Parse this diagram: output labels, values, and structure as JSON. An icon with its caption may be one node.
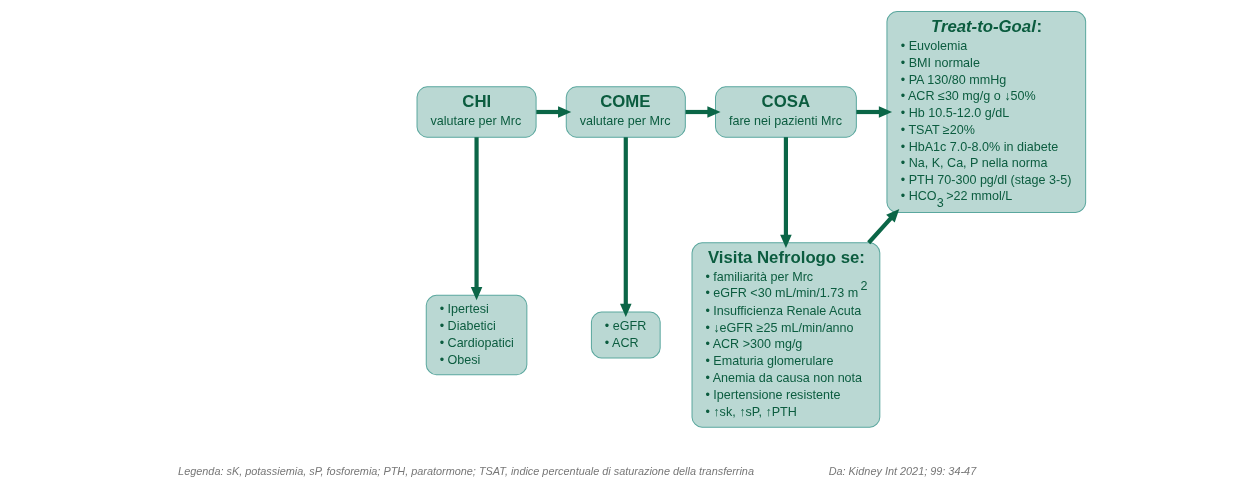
{
  "diagram": {
    "nodes": [
      {
        "text": [
          "CHI",
          "valutare per Mrc"
        ]
      },
      {
        "text": [
          "COME",
          "valutare per Mrc"
        ]
      },
      {
        "text": [
          "COSA",
          "fare nei pazienti Mrc"
        ]
      },
      {
        "text": [
          "*Treat-to-Goal*:",
          "• Euvolemia",
          "• BMI normale",
          "• PA 130/80 mmHg",
          "• ACR ≤30 mg/g o ↓50%",
          "• Hb 10.5-12.0 g/dL",
          "• TSAT ≥20%",
          "• HbA1c 7.0-8.0% in diabete",
          "• Na, K, Ca, P nella norma",
          "• PTH 70-300 pg/dl (stage 3-5)",
          "• HCO$_{3}$ >22 mmol/L"
        ]
      },
      {
        "text": [
          "• Ipertesi",
          "• Diabetici",
          "• Cardiopatici",
          "• Obesi"
        ]
      },
      {
        "text": [
          "• eGFR",
          "• ACR"
        ]
      },
      {
        "text": [
          "Visita Nefrologo se:",
          "• familiarità per Mrc",
          "• eGFR <30 mL/min/1.73 m$^{2}$",
          "• Insufficienza Renale Acuta",
          "• ↓eGFR ≥25 mL/min/anno",
          "• ACR >300 mg/g",
          "• Ematuria glomerulare",
          "• Anemia da causa non nota",
          "• Ipertensione resistente",
          "• ↑sk, ↑sP, ↑PTH"
        ]
      }
    ],
    "edges": [
      {
        "from": 0,
        "to": 1,
        "arrow": "to"
      },
      {
        "from": 1,
        "to": 2,
        "arrow": "to"
      },
      {
        "from": 2,
        "to": 3,
        "arrow": "to"
      },
      {
        "from": 0,
        "to": 4,
        "arrow": "to"
      },
      {
        "from": 1,
        "to": 5,
        "arrow": "to"
      },
      {
        "from": 2,
        "to": 6,
        "arrow": "to"
      },
      {
        "from": 6,
        "to": 3,
        "arrow": "to"
      }
    ],
    "labels": [
      "Legenda: sK, potassiemia, sP, fosforemia; PTH, paratormone; TSAT, indice percentuale di saturazione della transferrina",
      "Da: Kidney Int 2021; 99: 34-47"
    ]
  }
}
